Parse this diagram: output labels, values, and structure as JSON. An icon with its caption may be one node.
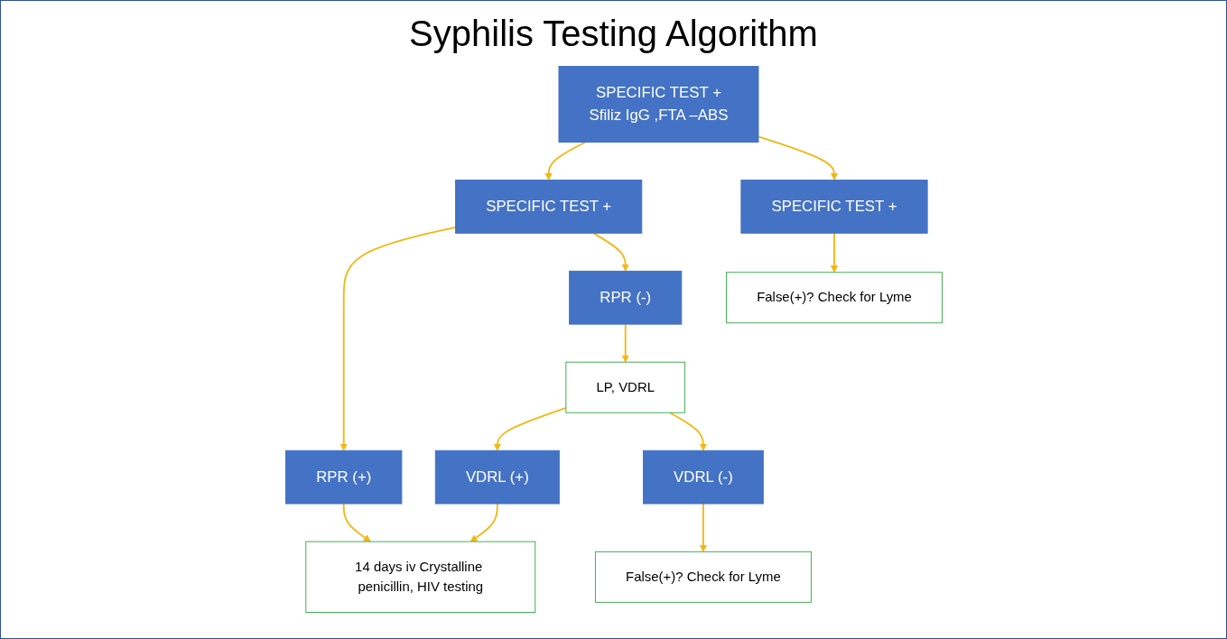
{
  "diagram": {
    "title": "Syphilis Testing Algorithm",
    "nodes": [
      {
        "text": [
          "SPECIFIC TEST +",
          "Sfiliz IgG ,FTA –ABS"
        ]
      },
      {
        "text": [
          "SPECIFIC TEST +"
        ]
      },
      {
        "text": [
          "SPECIFIC TEST +"
        ]
      },
      {
        "text": [
          "RPR (+)"
        ]
      },
      {
        "text": [
          "RPR (-)"
        ]
      },
      {
        "text": [
          "False(+)? Check for Lyme"
        ]
      },
      {
        "text": [
          "LP, VDRL"
        ]
      },
      {
        "text": [
          "VDRL (+)"
        ]
      },
      {
        "text": [
          "VDRL (-)"
        ]
      },
      {
        "text": [
          "14 days iv Crystalline penicillin, HIV testing"
        ]
      },
      {
        "text": [
          "False(+)? Check for Lyme"
        ]
      }
    ],
    "edges": [
      {
        "from": 0,
        "to": 1,
        "arrow": "to"
      },
      {
        "from": 0,
        "to": 2,
        "arrow": "to"
      },
      {
        "from": 1,
        "to": 3,
        "arrow": "to"
      },
      {
        "from": 1,
        "to": 4,
        "arrow": "to"
      },
      {
        "from": 2,
        "to": 5,
        "arrow": "to"
      },
      {
        "from": 3,
        "to": 9,
        "arrow": "to"
      },
      {
        "from": 4,
        "to": 6,
        "arrow": "to"
      },
      {
        "from": 6,
        "to": 7,
        "arrow": "to"
      },
      {
        "from": 6,
        "to": 8,
        "arrow": "to"
      },
      {
        "from": 7,
        "to": 9,
        "arrow": "to"
      },
      {
        "from": 8,
        "to": 10,
        "arrow": "to"
      }
    ]
  }
}
